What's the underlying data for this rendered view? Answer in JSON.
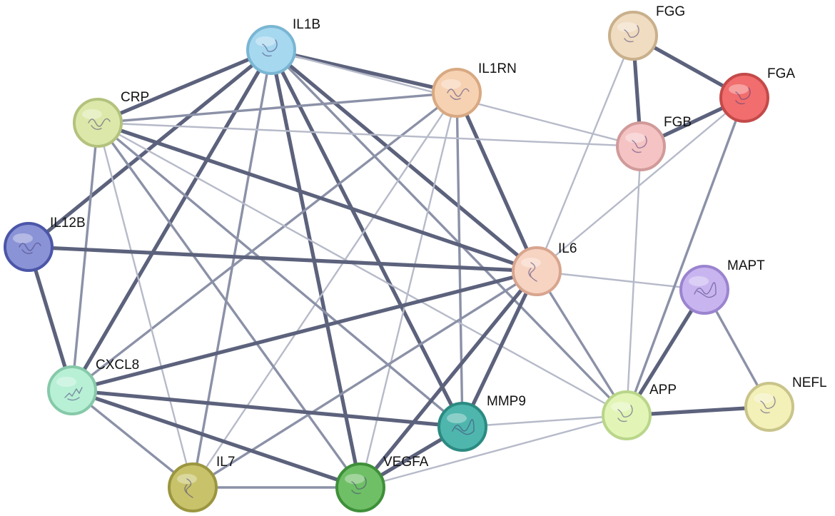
{
  "network": {
    "nodes": [
      {
        "id": "IL1B",
        "label": "IL1B",
        "color": "#a6d8f0",
        "border": "#7ab6d3",
        "icon": "protein-structure-icon"
      },
      {
        "id": "IL1RN",
        "label": "IL1RN",
        "color": "#f6d2b3",
        "border": "#d8a982",
        "icon": "protein-structure-icon"
      },
      {
        "id": "CRP",
        "label": "CRP",
        "color": "#dbe8a9",
        "border": "#b3c27d",
        "icon": "protein-structure-icon"
      },
      {
        "id": "IL12B",
        "label": "IL12B",
        "color": "#8a93d6",
        "border": "#4b56a8",
        "icon": "protein-structure-icon"
      },
      {
        "id": "IL6",
        "label": "IL6",
        "color": "#f7d3c2",
        "border": "#d8a58e",
        "icon": "protein-structure-icon"
      },
      {
        "id": "CXCL8",
        "label": "CXCL8",
        "color": "#b8f0d6",
        "border": "#86c9a9",
        "icon": "protein-structure-icon"
      },
      {
        "id": "IL7",
        "label": "IL7",
        "color": "#c8c36b",
        "border": "#9b963f",
        "icon": "protein-structure-icon"
      },
      {
        "id": "VEGFA",
        "label": "VEGFA",
        "color": "#6fbf66",
        "border": "#3f8f3a",
        "icon": "protein-structure-icon"
      },
      {
        "id": "MMP9",
        "label": "MMP9",
        "color": "#4fb6ad",
        "border": "#2b8a82",
        "icon": "protein-structure-icon"
      },
      {
        "id": "APP",
        "label": "APP",
        "color": "#e2f5b6",
        "border": "#b9d68a",
        "icon": "protein-structure-icon"
      },
      {
        "id": "MAPT",
        "label": "MAPT",
        "color": "#c8b5f0",
        "border": "#9b84cf",
        "icon": "protein-structure-icon"
      },
      {
        "id": "NEFL",
        "label": "NEFL",
        "color": "#f3f0b8",
        "border": "#c9c48a",
        "icon": "protein-structure-icon"
      },
      {
        "id": "FGG",
        "label": "FGG",
        "color": "#f0dcc0",
        "border": "#c9b08c",
        "icon": "protein-structure-icon"
      },
      {
        "id": "FGA",
        "label": "FGA",
        "color": "#f26d6d",
        "border": "#c44a4a",
        "icon": "protein-structure-icon"
      },
      {
        "id": "FGB",
        "label": "FGB",
        "color": "#f5c3c3",
        "border": "#d19a9a",
        "icon": "protein-structure-icon"
      }
    ],
    "edges": [
      {
        "source": "IL1B",
        "target": "IL1RN",
        "strength": 3
      },
      {
        "source": "IL1B",
        "target": "CRP",
        "strength": 3
      },
      {
        "source": "IL1B",
        "target": "IL12B",
        "strength": 3
      },
      {
        "source": "IL1B",
        "target": "IL6",
        "strength": 3
      },
      {
        "source": "IL1B",
        "target": "CXCL8",
        "strength": 3
      },
      {
        "source": "IL1B",
        "target": "IL7",
        "strength": 2
      },
      {
        "source": "IL1B",
        "target": "VEGFA",
        "strength": 3
      },
      {
        "source": "IL1B",
        "target": "MMP9",
        "strength": 3
      },
      {
        "source": "IL1B",
        "target": "APP",
        "strength": 2
      },
      {
        "source": "IL1B",
        "target": "FGB",
        "strength": 1
      },
      {
        "source": "IL1RN",
        "target": "CRP",
        "strength": 2
      },
      {
        "source": "IL1RN",
        "target": "IL6",
        "strength": 3
      },
      {
        "source": "IL1RN",
        "target": "CXCL8",
        "strength": 2
      },
      {
        "source": "IL1RN",
        "target": "VEGFA",
        "strength": 1
      },
      {
        "source": "IL1RN",
        "target": "MMP9",
        "strength": 2
      },
      {
        "source": "IL1RN",
        "target": "IL7",
        "strength": 1
      },
      {
        "source": "CRP",
        "target": "IL6",
        "strength": 3
      },
      {
        "source": "CRP",
        "target": "CXCL8",
        "strength": 2
      },
      {
        "source": "CRP",
        "target": "IL7",
        "strength": 1
      },
      {
        "source": "CRP",
        "target": "VEGFA",
        "strength": 2
      },
      {
        "source": "CRP",
        "target": "MMP9",
        "strength": 2
      },
      {
        "source": "CRP",
        "target": "APP",
        "strength": 1
      },
      {
        "source": "CRP",
        "target": "FGB",
        "strength": 1
      },
      {
        "source": "IL12B",
        "target": "IL6",
        "strength": 3
      },
      {
        "source": "IL12B",
        "target": "CXCL8",
        "strength": 3
      },
      {
        "source": "IL6",
        "target": "CXCL8",
        "strength": 3
      },
      {
        "source": "IL6",
        "target": "IL7",
        "strength": 2
      },
      {
        "source": "IL6",
        "target": "VEGFA",
        "strength": 3
      },
      {
        "source": "IL6",
        "target": "MMP9",
        "strength": 3
      },
      {
        "source": "IL6",
        "target": "APP",
        "strength": 2
      },
      {
        "source": "IL6",
        "target": "MAPT",
        "strength": 1
      },
      {
        "source": "IL6",
        "target": "FGA",
        "strength": 1
      },
      {
        "source": "IL6",
        "target": "FGG",
        "strength": 1
      },
      {
        "source": "CXCL8",
        "target": "IL7",
        "strength": 2
      },
      {
        "source": "CXCL8",
        "target": "VEGFA",
        "strength": 3
      },
      {
        "source": "CXCL8",
        "target": "MMP9",
        "strength": 3
      },
      {
        "source": "IL7",
        "target": "VEGFA",
        "strength": 2
      },
      {
        "source": "VEGFA",
        "target": "MMP9",
        "strength": 3
      },
      {
        "source": "VEGFA",
        "target": "APP",
        "strength": 1
      },
      {
        "source": "MMP9",
        "target": "APP",
        "strength": 1
      },
      {
        "source": "APP",
        "target": "MAPT",
        "strength": 3
      },
      {
        "source": "APP",
        "target": "NEFL",
        "strength": 3
      },
      {
        "source": "APP",
        "target": "FGA",
        "strength": 2
      },
      {
        "source": "APP",
        "target": "FGB",
        "strength": 1
      },
      {
        "source": "MAPT",
        "target": "NEFL",
        "strength": 2
      },
      {
        "source": "FGG",
        "target": "FGA",
        "strength": 3
      },
      {
        "source": "FGG",
        "target": "FGB",
        "strength": 3
      },
      {
        "source": "FGA",
        "target": "FGB",
        "strength": 3
      }
    ]
  }
}
